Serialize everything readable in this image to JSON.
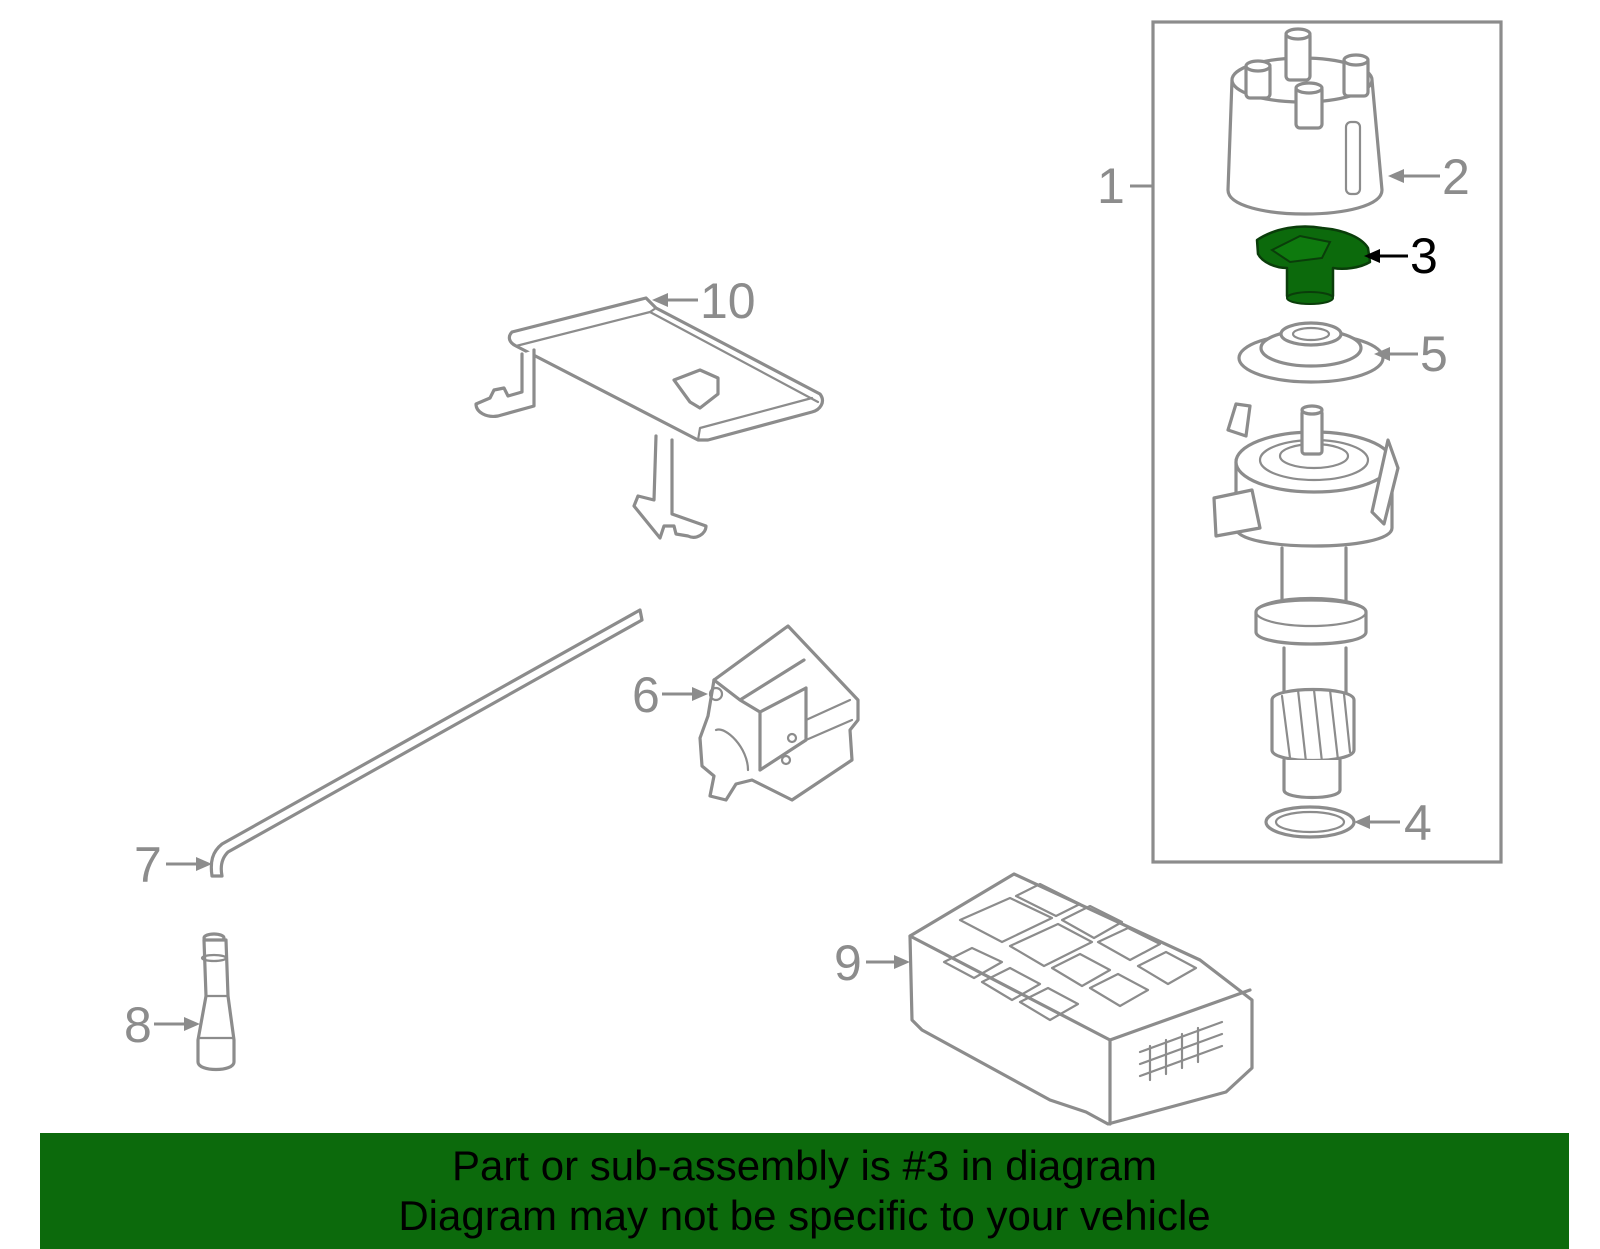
{
  "diagram": {
    "highlight_color": "#0c6a0c",
    "outline_color": "#8c8c8c",
    "highlighted_callout": "3",
    "callouts": [
      {
        "id": "c1",
        "label": "1"
      },
      {
        "id": "c2",
        "label": "2"
      },
      {
        "id": "c3",
        "label": "3"
      },
      {
        "id": "c4",
        "label": "4"
      },
      {
        "id": "c5",
        "label": "5"
      },
      {
        "id": "c6",
        "label": "6"
      },
      {
        "id": "c7",
        "label": "7"
      },
      {
        "id": "c8",
        "label": "8"
      },
      {
        "id": "c9",
        "label": "9"
      },
      {
        "id": "c10",
        "label": "10"
      }
    ]
  },
  "banner": {
    "background": "#0c6a0c",
    "line1": "Part or sub-assembly is #3 in diagram",
    "line2": "Diagram may not be specific to your vehicle"
  }
}
